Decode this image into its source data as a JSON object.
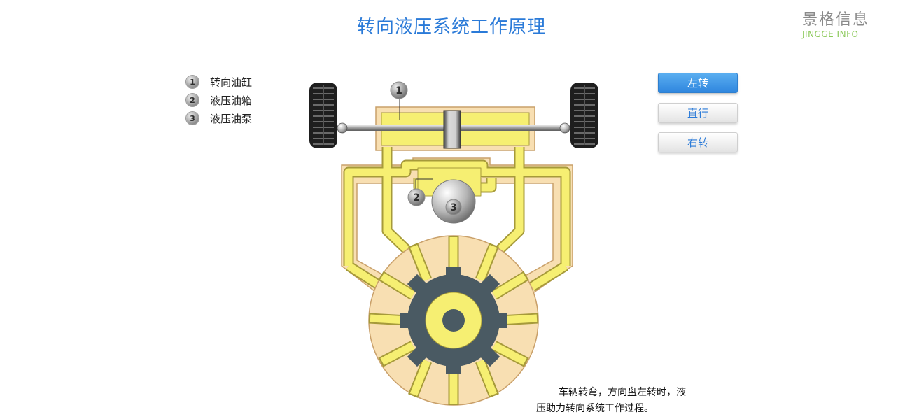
{
  "header": {
    "title": "转向液压系统工作原理"
  },
  "logo": {
    "name_cn": "景格信息",
    "name_en": "JINGGE INFO"
  },
  "legend": {
    "items": [
      {
        "num": "1",
        "label": "转向油缸"
      },
      {
        "num": "2",
        "label": "液压油箱"
      },
      {
        "num": "3",
        "label": "液压油泵"
      }
    ]
  },
  "buttons": {
    "left_turn": "左转",
    "straight": "直行",
    "right_turn": "右转",
    "active": "left_turn"
  },
  "diagram": {
    "callouts": [
      "1",
      "2",
      "3"
    ]
  },
  "caption": {
    "line1": "车辆转弯，方向盘左转时，液",
    "line2": "压助力转向系统工作过程。"
  },
  "colors": {
    "title": "#2a7ad8",
    "oil": "#f6ef72",
    "casing": "#f8dfb2",
    "rotor": "#4a5a63",
    "button_active": "#3a90e0"
  }
}
